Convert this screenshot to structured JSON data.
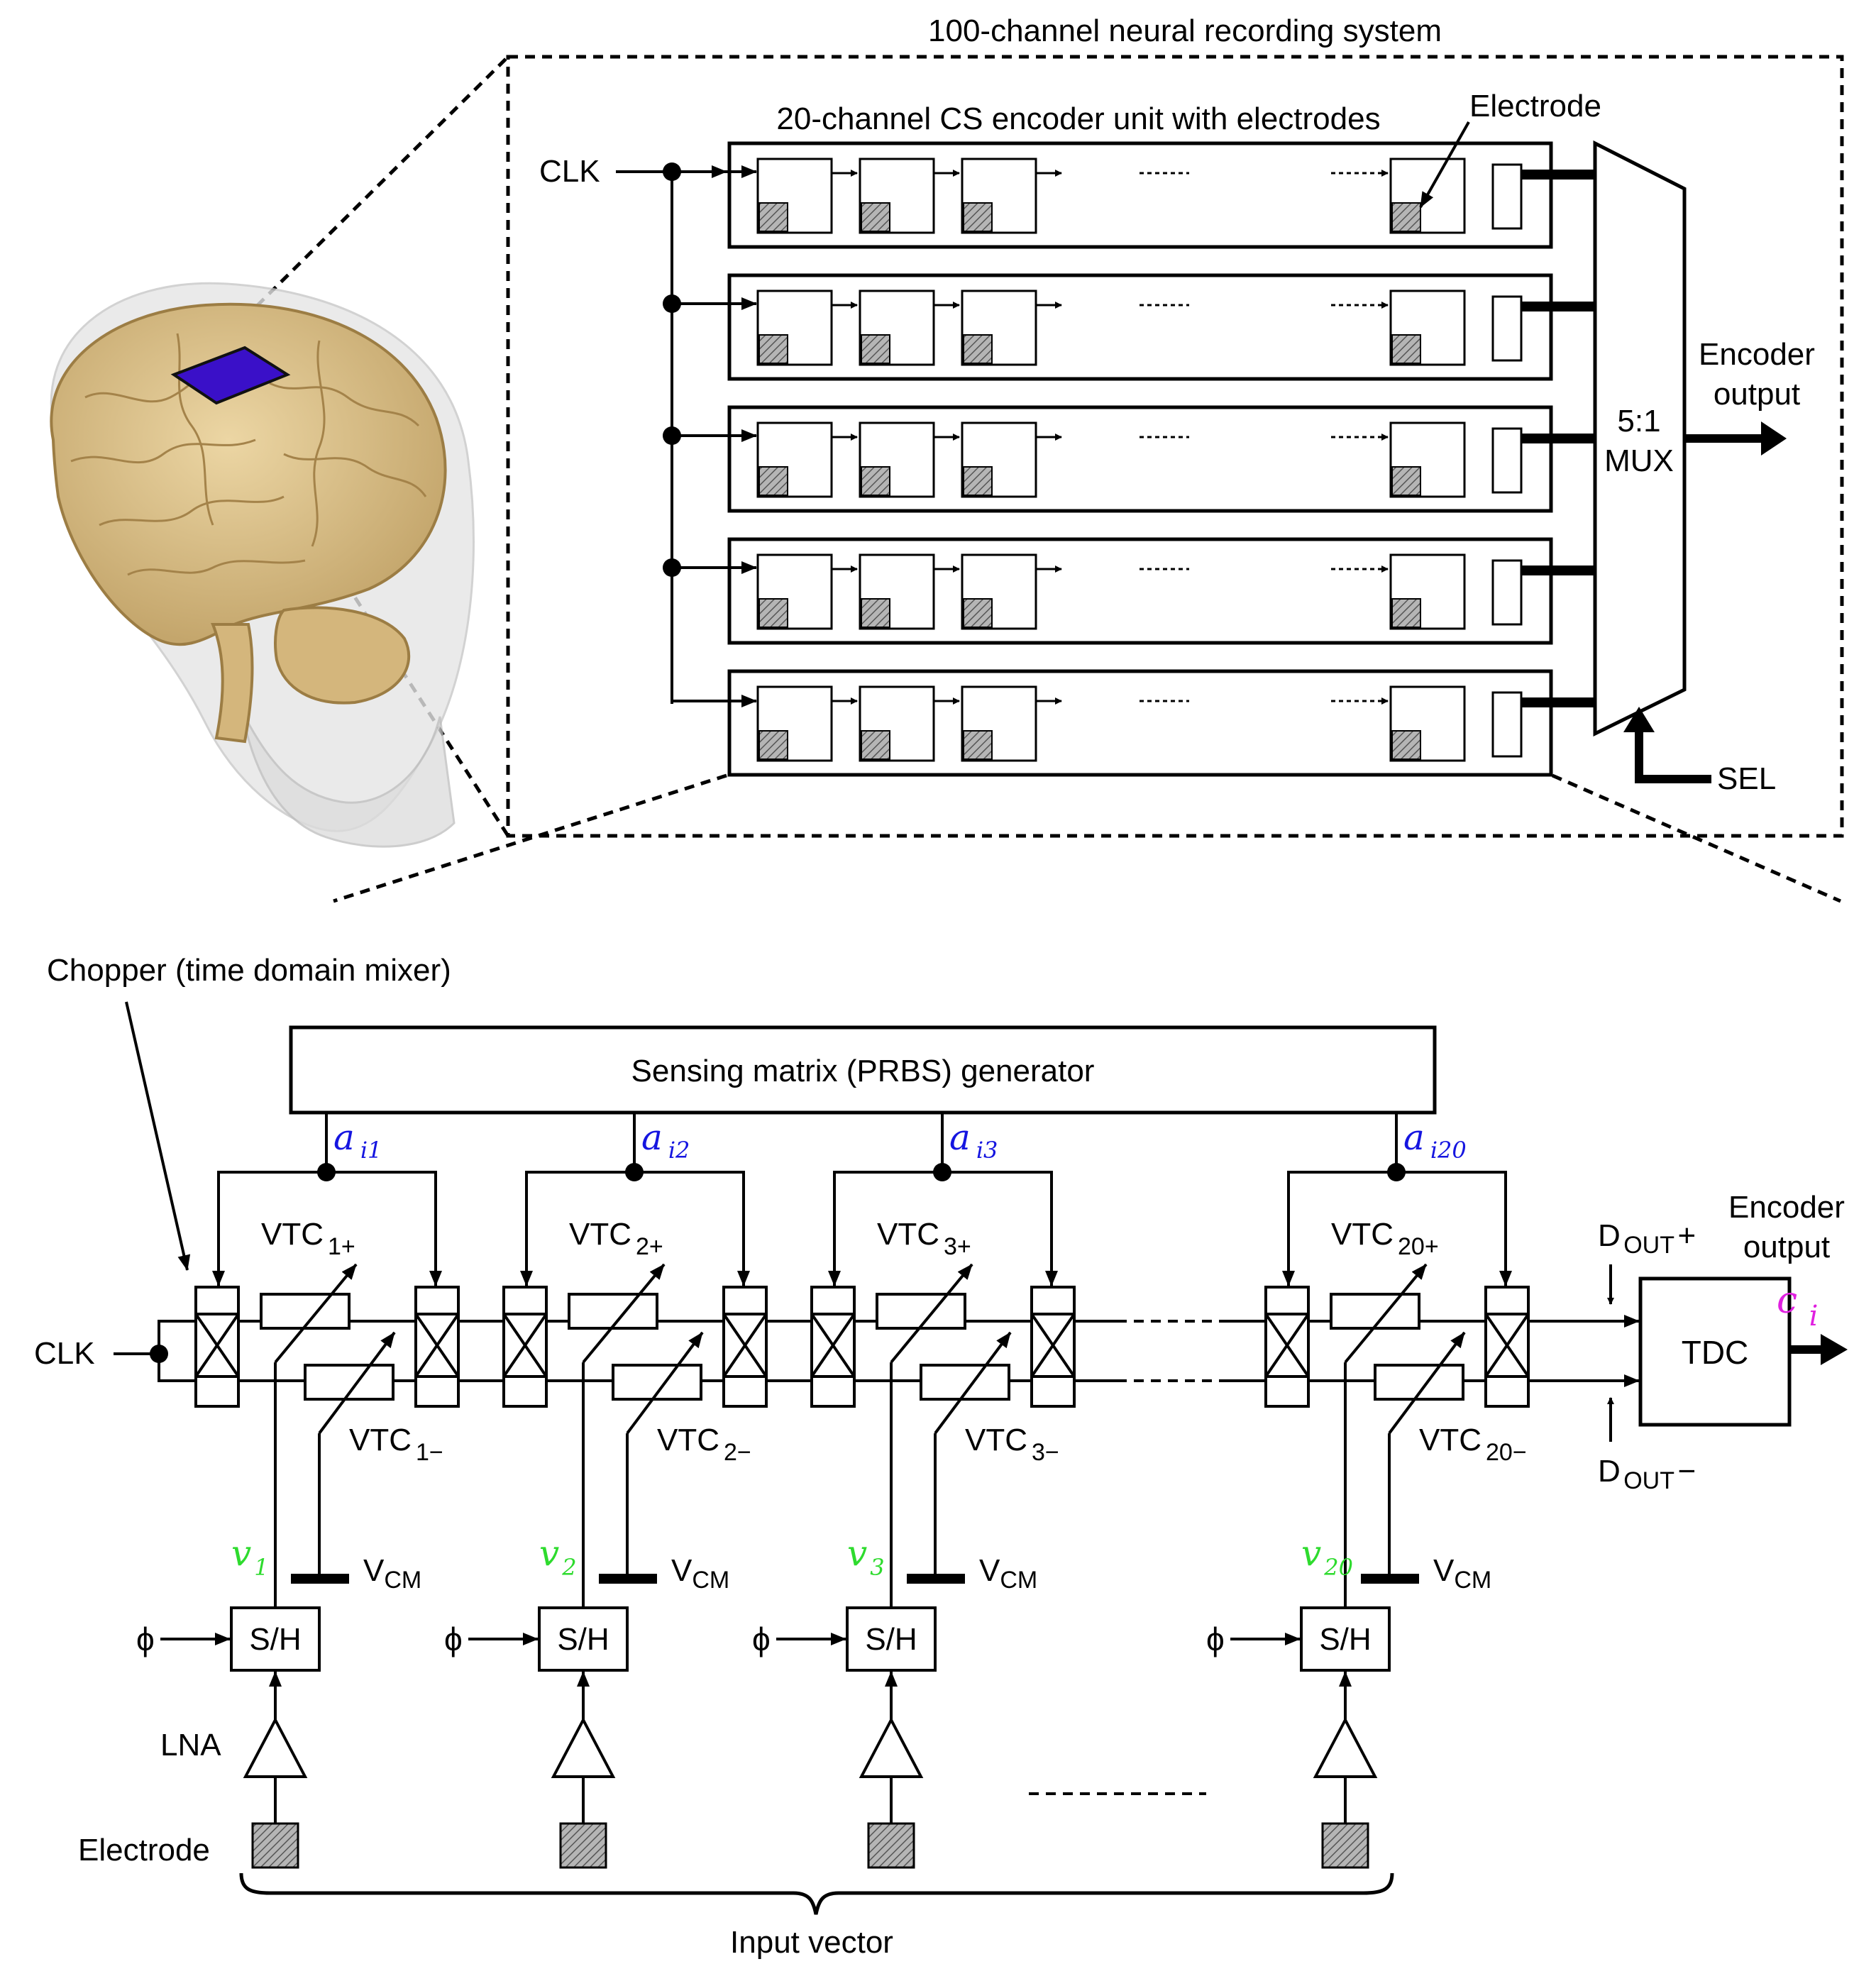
{
  "colors": {
    "brain_tan": "#d9c08c",
    "patch_blue": "#3a10c8",
    "a_label": "#1515e0",
    "v_label": "#2edb2e",
    "c_label": "#e020e0",
    "electrode_hatch": "#7a7a7a"
  },
  "top": {
    "system_title": "100-channel neural recording system",
    "unit_title": "20-channel CS encoder unit with electrodes",
    "electrode_callout": "Electrode",
    "clk": "CLK",
    "mux_ratio": "5:1",
    "mux_label": "MUX",
    "sel": "SEL",
    "encoder_output_line1": "Encoder",
    "encoder_output_line2": "output",
    "unit_count": 5
  },
  "bottom": {
    "chopper_label": "Chopper (time domain mixer)",
    "prbs_label": "Sensing matrix (PRBS) generator",
    "clk": "CLK",
    "tdc": "TDC",
    "dout": "D",
    "dout_sub": "OUT",
    "dout_plus": "+",
    "dout_minus": "−",
    "encoder_output_line1": "Encoder",
    "encoder_output_line2": "output",
    "c_main": "c",
    "c_sub": "i",
    "lna": "LNA",
    "electrode": "Electrode",
    "input_vector": "Input vector",
    "vcm": "V",
    "vcm_sub": "CM",
    "phi": "ϕ",
    "sh": "S/H",
    "vtc": "VTC",
    "a_main": "a",
    "v_main": "v",
    "channels": [
      {
        "a_sub": "i1",
        "v_sub": "1",
        "vtc_plus": "1+",
        "vtc_minus": "1−"
      },
      {
        "a_sub": "i2",
        "v_sub": "2",
        "vtc_plus": "2+",
        "vtc_minus": "2−"
      },
      {
        "a_sub": "i3",
        "v_sub": "3",
        "vtc_plus": "3+",
        "vtc_minus": "3−"
      },
      {
        "a_sub": "i20",
        "v_sub": "20",
        "vtc_plus": "20+",
        "vtc_minus": "20−"
      }
    ]
  }
}
